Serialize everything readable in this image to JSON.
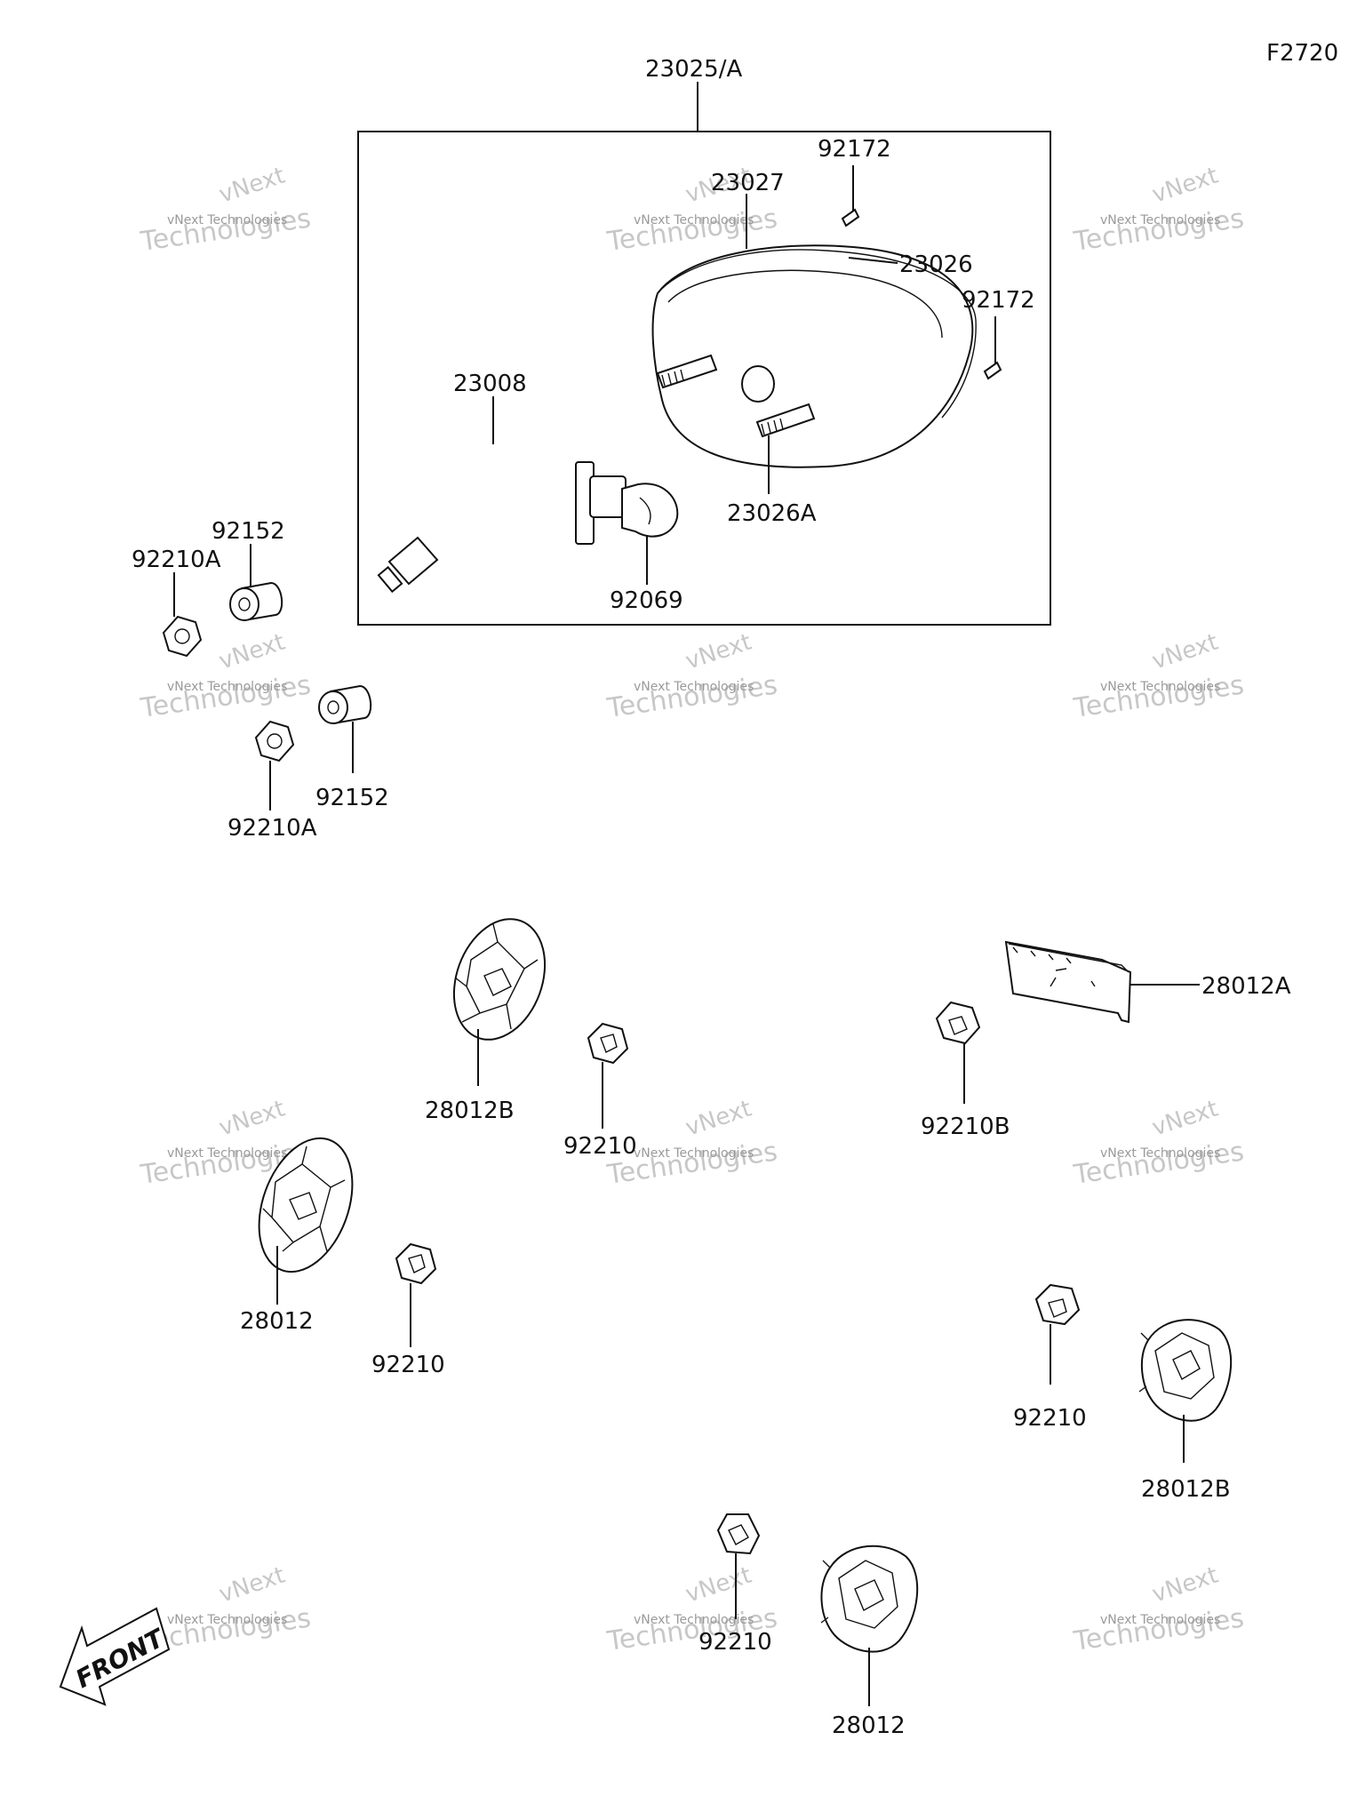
{
  "diagram_code": "F2720",
  "labels": {
    "assembly": "23025/A",
    "bolt_top": "92172",
    "lens": "23027",
    "housing": "23026",
    "bolt_side": "92172",
    "wiring": "23008",
    "stud": "23026A",
    "bulb": "92069",
    "spacer_1": "92152",
    "nut_1": "92210A",
    "spacer_2": "92152",
    "nut_2": "92210A",
    "reflector_b1": "28012B",
    "nut_mid_1": "92210",
    "reflector_a": "28012A",
    "nut_b": "92210B",
    "reflector_1": "28012",
    "nut_mid_2": "92210",
    "nut_right": "92210",
    "reflector_b2": "28012B",
    "nut_bottom": "92210",
    "reflector_2": "28012"
  },
  "front_arrow_text": "FRONT",
  "watermark": {
    "line1": "vNext",
    "line2": "vNext Technologies",
    "line3": "Technologies"
  }
}
